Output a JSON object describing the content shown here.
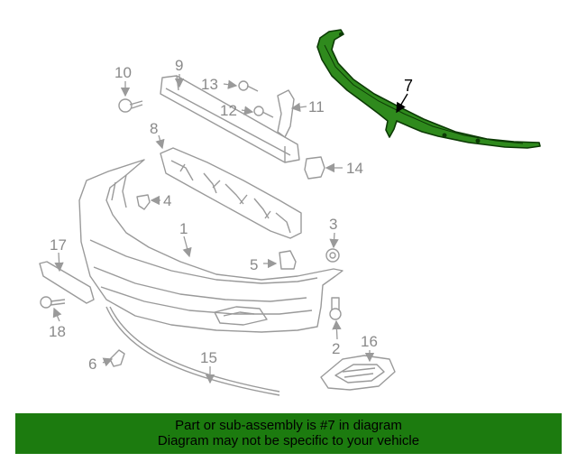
{
  "diagram": {
    "callouts": {
      "c1": "1",
      "c2": "2",
      "c3": "3",
      "c4": "4",
      "c5": "5",
      "c6": "6",
      "c7": "7",
      "c8": "8",
      "c9": "9",
      "c10": "10",
      "c11": "11",
      "c12": "12",
      "c13": "13",
      "c14": "14",
      "c15": "15",
      "c16": "16",
      "c17": "17",
      "c18": "18"
    },
    "highlight_part": "7",
    "highlight_color": "#1c7b0f",
    "part_line_color": "#9a9a9a"
  },
  "banner": {
    "line1": "Part or sub-assembly is #7 in diagram",
    "line2": "Diagram may not be specific to your vehicle",
    "background": "#1c7b0f"
  }
}
